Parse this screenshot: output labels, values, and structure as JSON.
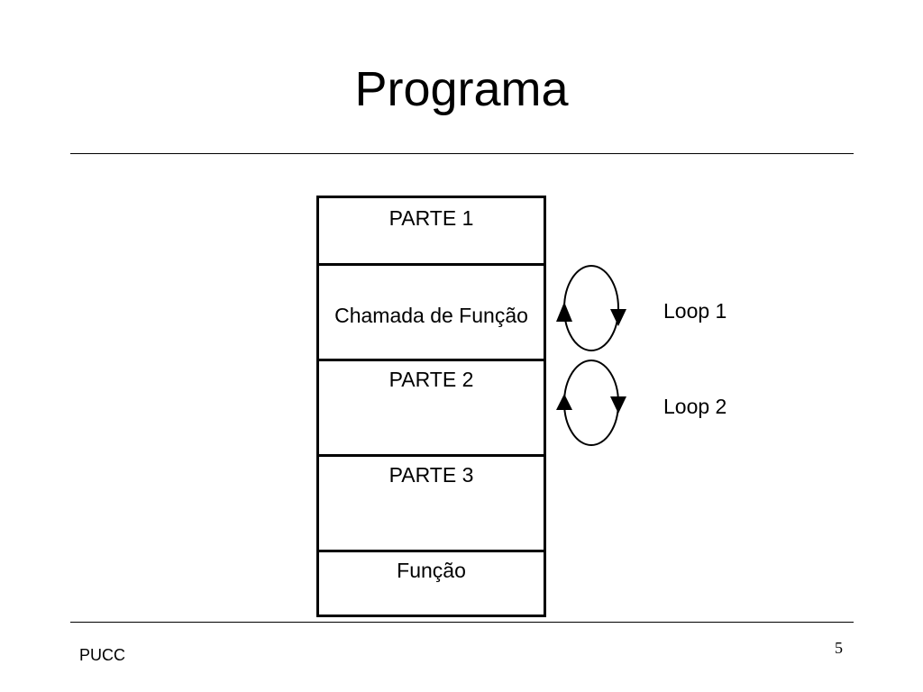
{
  "slide": {
    "title": "Programa",
    "footer": "PUCC",
    "page_number": "5"
  },
  "diagram": {
    "blocks": [
      {
        "label": "PARTE 1"
      },
      {
        "label": "Chamada de Função"
      },
      {
        "label": "PARTE 2"
      },
      {
        "label": "PARTE 3"
      },
      {
        "label": "Função"
      }
    ],
    "loops": [
      {
        "label": "Loop 1",
        "icon": "circular-arrows-icon"
      },
      {
        "label": "Loop 2",
        "icon": "circular-arrows-icon"
      }
    ]
  }
}
